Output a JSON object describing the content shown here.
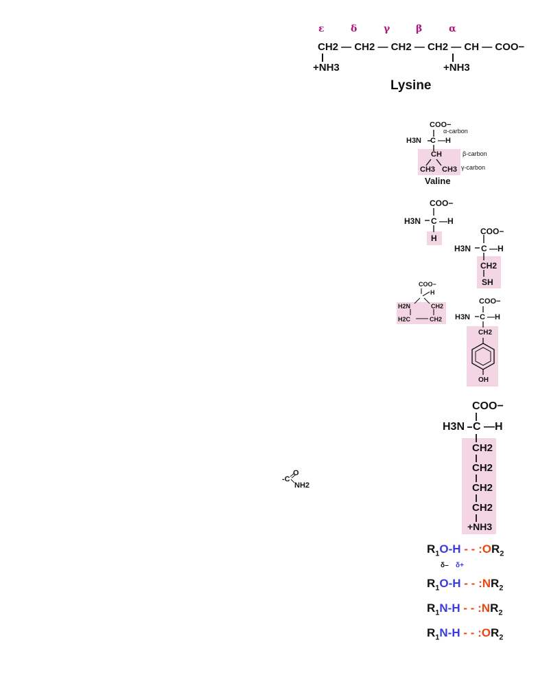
{
  "lysine": {
    "greek": [
      "ε",
      "δ",
      "γ",
      "β",
      "α"
    ],
    "greek_color": "#b0157a",
    "chain": "CH2 — CH2 — CH2 — CH2 — CH — COO−",
    "left_amine": "+NH3",
    "right_amine": "+NH3",
    "name": "Lysine"
  },
  "valine": {
    "coo": "COO−",
    "alpha_label": "α-carbon",
    "h3n": "H3N",
    "c_h": "C —H",
    "ch": "CH",
    "ch3_left": "CH3",
    "ch3_right": "CH3",
    "beta_label": "β-carbon",
    "gamma_label": "γ-carbon",
    "name": "Valine"
  },
  "glycine": {
    "coo": "COO−",
    "h3n": "H3N",
    "c_h": "C —H",
    "side": "H"
  },
  "cysteine": {
    "coo": "COO−",
    "h3n": "H3N",
    "c_h": "C —H",
    "ch2": "CH2",
    "sh": "SH"
  },
  "proline": {
    "coo": "COO−",
    "h": "H",
    "h3n": "H2N",
    "ch2_a": "CH2",
    "h2c": "H2C",
    "ch2_b": "CH2"
  },
  "tyrosine": {
    "coo": "COO−",
    "h3n": "H3N",
    "c_h": "C —H",
    "ch2": "CH2",
    "oh": "OH"
  },
  "lysine_vertical": {
    "coo": "COO−",
    "h3n": "H3N",
    "c_h": "C —H",
    "ch2": [
      "CH2",
      "CH2",
      "CH2",
      "CH2"
    ],
    "nh3": "+NH3"
  },
  "amide": {
    "o": "O",
    "c": "-C",
    "nh2": "NH2"
  },
  "hbonds": {
    "row1": {
      "r1": "R",
      "donor": "O-H",
      "dash": " - - :",
      "acceptor": "O",
      "r2": "R"
    },
    "deltas": {
      "minus": "δ–",
      "plus": "δ+"
    },
    "row2": {
      "r1": "R",
      "donor": "O-H",
      "dash": " - - :",
      "acceptor": "N",
      "r2": "R"
    },
    "row3": {
      "r1": "R",
      "donor": "N-H",
      "dash": " - - :",
      "acceptor": "N",
      "r2": "R"
    },
    "row4": {
      "r1": "R",
      "donor": "N-H",
      "dash": " - - :",
      "acceptor": "O",
      "r2": "R"
    }
  },
  "colors": {
    "highlight": "#f3d5e4",
    "donor_blue": "#3a3ae0",
    "acceptor_red": "#ee4411"
  }
}
